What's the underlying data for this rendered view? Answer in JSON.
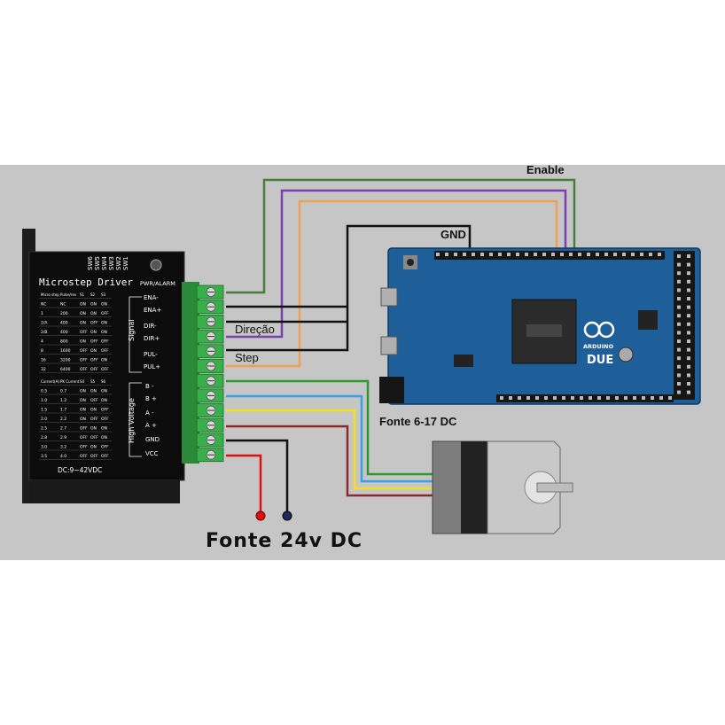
{
  "driver": {
    "title": "Microstep Driver",
    "switches": [
      "SW6",
      "SW5",
      "SW4",
      "SW3",
      "SW2",
      "SW1"
    ],
    "pwr_alarm": "PWR/ALARM",
    "microstep_table": {
      "headers": [
        "Micro step",
        "Pulse/rev",
        "S1",
        "S2",
        "S3"
      ],
      "rows": [
        [
          "NC",
          "NC",
          "ON",
          "ON",
          "ON"
        ],
        [
          "1",
          "200",
          "ON",
          "ON",
          "OFF"
        ],
        [
          "2/A",
          "400",
          "ON",
          "OFF",
          "ON"
        ],
        [
          "2/B",
          "400",
          "OFF",
          "ON",
          "ON"
        ],
        [
          "4",
          "800",
          "ON",
          "OFF",
          "OFF"
        ],
        [
          "8",
          "1600",
          "OFF",
          "ON",
          "OFF"
        ],
        [
          "16",
          "3200",
          "OFF",
          "OFF",
          "ON"
        ],
        [
          "32",
          "6400",
          "OFF",
          "OFF",
          "OFF"
        ]
      ]
    },
    "current_table": {
      "headers": [
        "Current(A)",
        "PK Current",
        "S4",
        "S5",
        "S6"
      ],
      "rows": [
        [
          "0.5",
          "0.7",
          "ON",
          "ON",
          "ON"
        ],
        [
          "1.0",
          "1.2",
          "ON",
          "OFF",
          "ON"
        ],
        [
          "1.5",
          "1.7",
          "ON",
          "ON",
          "OFF"
        ],
        [
          "2.0",
          "2.2",
          "ON",
          "OFF",
          "OFF"
        ],
        [
          "2.5",
          "2.7",
          "OFF",
          "ON",
          "ON"
        ],
        [
          "2.8",
          "2.9",
          "OFF",
          "OFF",
          "ON"
        ],
        [
          "3.0",
          "3.2",
          "OFF",
          "ON",
          "OFF"
        ],
        [
          "3.5",
          "4.0",
          "OFF",
          "OFF",
          "OFF"
        ]
      ]
    },
    "signal_group_label": "Signal",
    "signal_terminals": [
      "ENA-",
      "ENA+",
      "DIR-",
      "DIR+",
      "PUL-",
      "PUL+"
    ],
    "hv_group_label": "High Voltage",
    "hv_terminals": [
      "B -",
      "B +",
      "A -",
      "A +",
      "GND",
      "VCC"
    ],
    "voltage_label": "DC:9~42VDC"
  },
  "labels": {
    "enable": "Enable",
    "gnd": "GND",
    "direcao": "Direção",
    "step": "Step",
    "fonte_arduino": "Fonte 6-17 DC",
    "fonte_24v": "Fonte 24v DC"
  },
  "arduino": {
    "logo_text": "ARDUINO",
    "model": "DUE"
  },
  "colors": {
    "background_panel": "#c6c6c6",
    "wire_black": "#111111",
    "wire_green_dark": "#4a7d3a",
    "wire_purple": "#7a3fb0",
    "wire_orange": "#f0a050",
    "wire_green": "#2e9a2e",
    "wire_blue": "#3aa0e0",
    "wire_yellow": "#f2e018",
    "wire_brown": "#8b2a2a",
    "wire_red": "#e01010",
    "terminal_green": "#38b04a",
    "board_blue": "#1f5f99"
  }
}
